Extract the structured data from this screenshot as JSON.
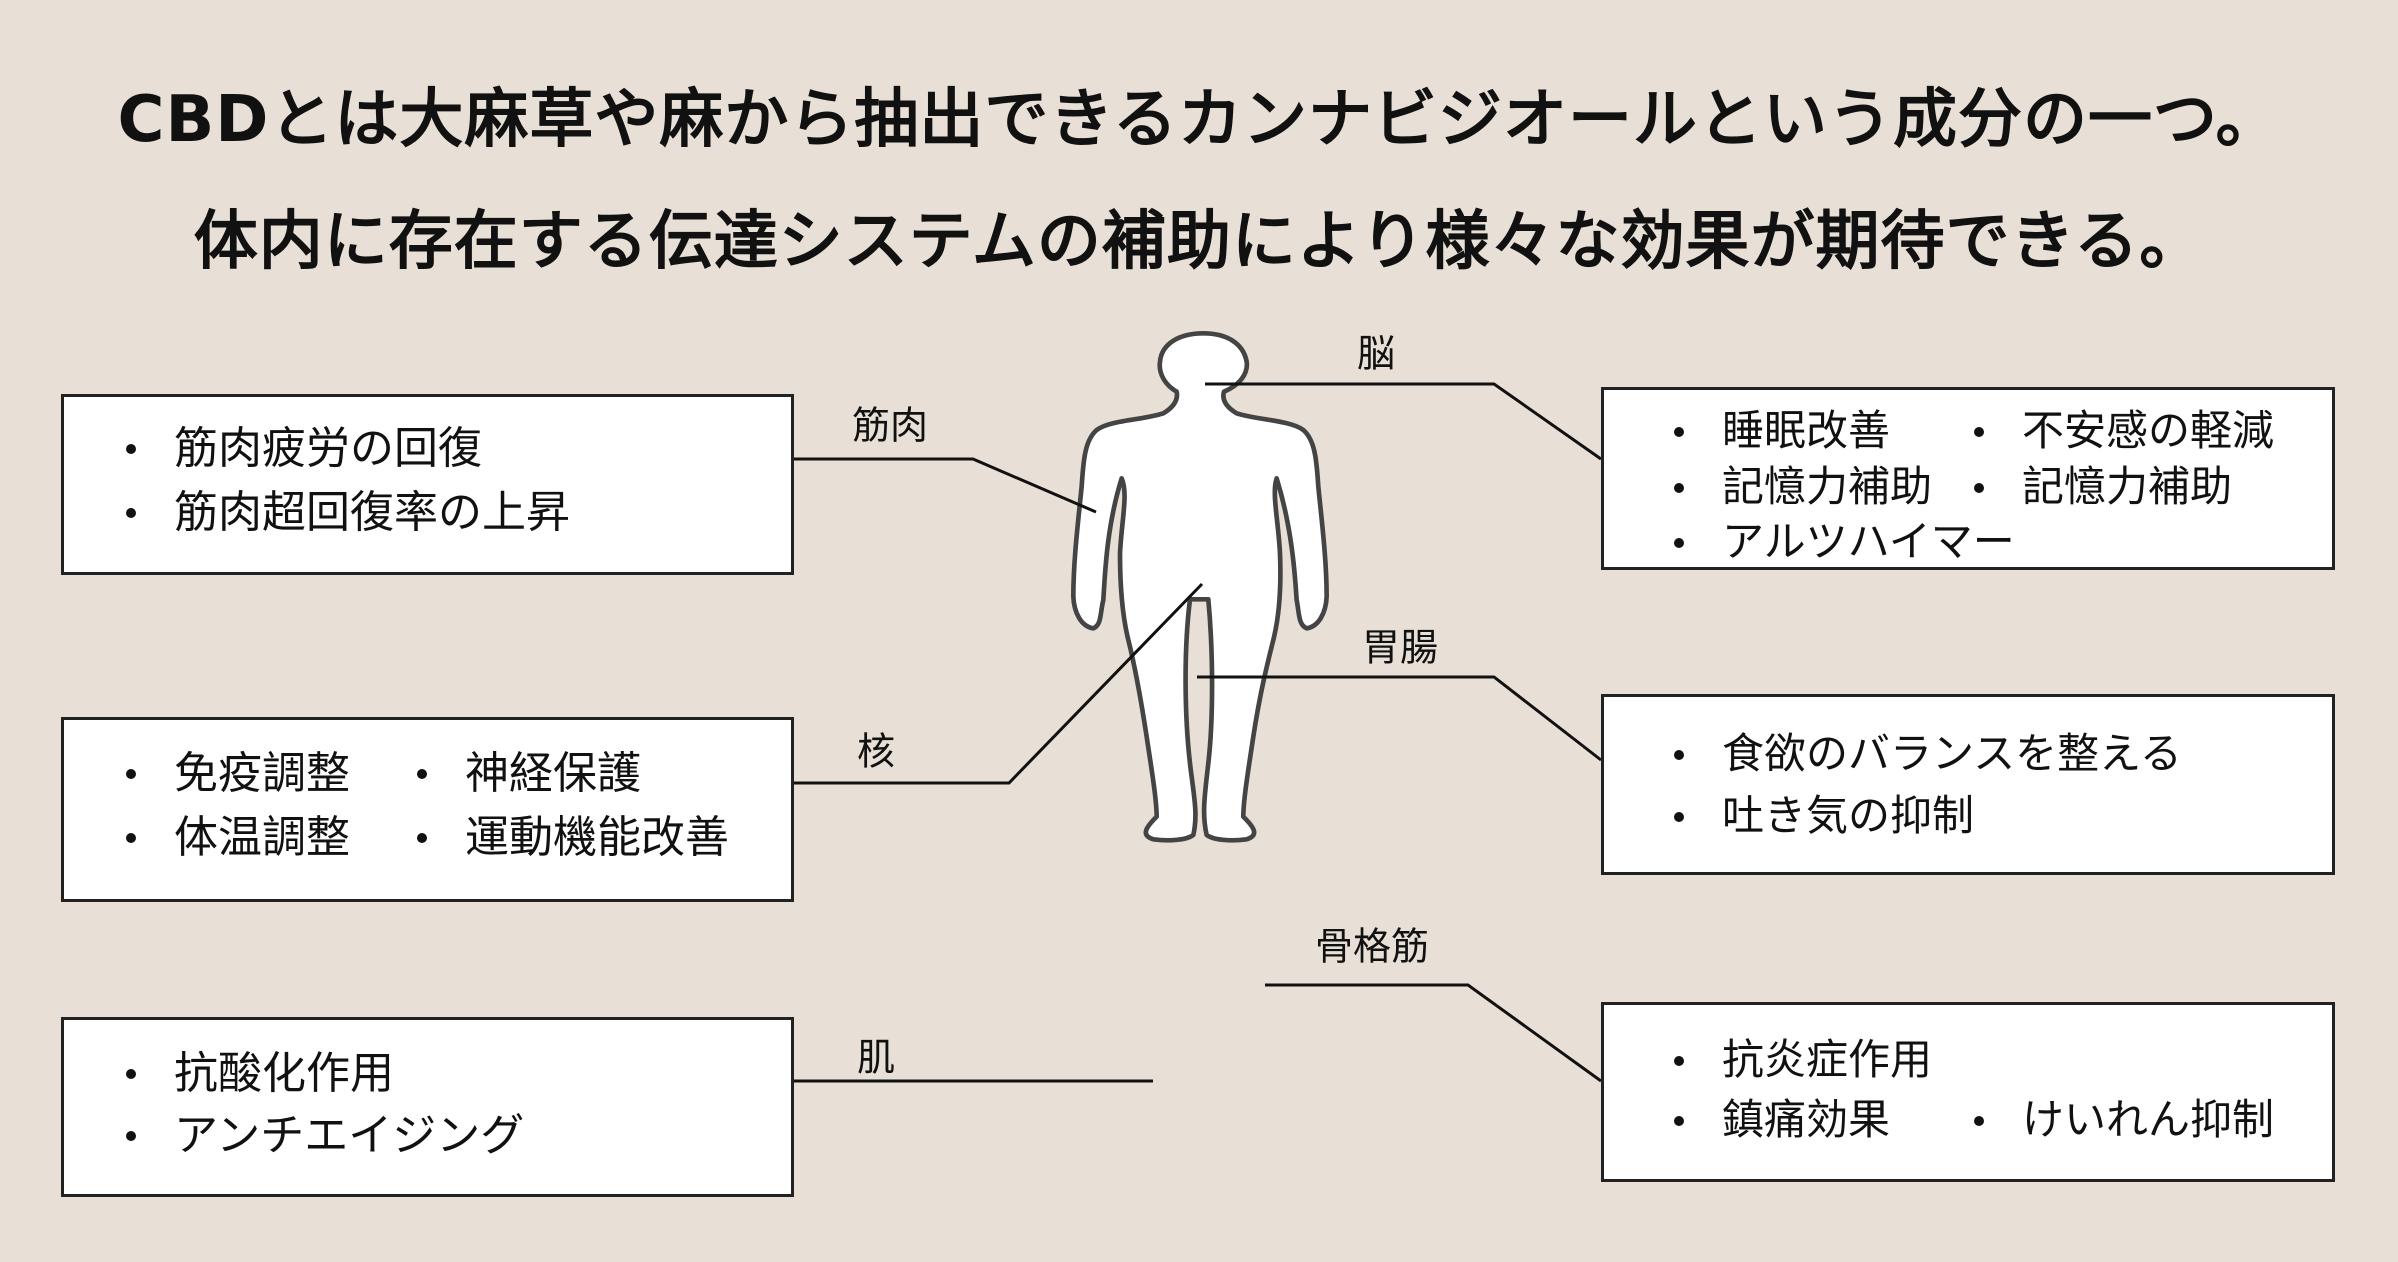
{
  "title_line1": "CBDとは大麻草や麻から抽出できるカンナビジオールという成分の一つ。",
  "title_line2": "体内に存在する伝達システムの補助により様々な効果が期待できる。",
  "labels": {
    "brain": "脳",
    "muscle": "筋肉",
    "nucleus": "核",
    "gut": "胃腸",
    "skin": "肌",
    "skeletal_muscle": "骨格筋"
  },
  "boxes": {
    "muscle": [
      "筋肉疲労の回復",
      "筋肉超回復率の上昇"
    ],
    "nucleus": [
      "免疫調整",
      "神経保護",
      "体温調整",
      "運動機能改善"
    ],
    "skin": [
      "抗酸化作用",
      "アンチエイジング"
    ],
    "brain": [
      "睡眠改善",
      "不安感の軽減",
      "記憶力補助",
      "記憶力補助",
      "アルツハイマー"
    ],
    "gut": [
      "食欲のバランスを整える",
      "吐き気の抑制"
    ],
    "skeletal_muscle": [
      "抗炎症作用",
      "鎮痛効果",
      "けいれん抑制"
    ]
  },
  "colors": {
    "background": "#e8e0d6",
    "box": "#ffffff",
    "outline": "#444444"
  }
}
